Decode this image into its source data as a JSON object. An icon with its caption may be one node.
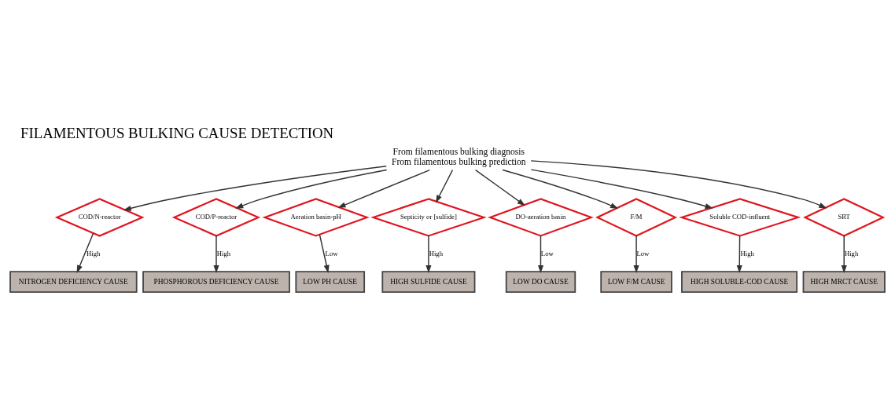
{
  "diagram": {
    "title": "FILAMENTOUS BULKING CAUSE DETECTION",
    "nodes": [
      {
        "text": [
          "From filamentous bulking diagnosis",
          "From filamentous bulking prediction"
        ]
      },
      {
        "text": [
          "COD/N-reactor"
        ]
      },
      {
        "text": [
          "COD/P-reactor"
        ]
      },
      {
        "text": [
          "Aeration basin-pH"
        ]
      },
      {
        "text": [
          "Septicity or [sulfide]"
        ]
      },
      {
        "text": [
          "DO-aeration basin"
        ]
      },
      {
        "text": [
          "F/M"
        ]
      },
      {
        "text": [
          "Soluble COD-influent"
        ]
      },
      {
        "text": [
          "SRT"
        ]
      },
      {
        "text": [
          "NITROGEN DEFICIENCY CAUSE"
        ]
      },
      {
        "text": [
          "PHOSPHOROUS DEFICIENCY CAUSE"
        ]
      },
      {
        "text": [
          "LOW PH CAUSE"
        ]
      },
      {
        "text": [
          "HIGH SULFIDE CAUSE"
        ]
      },
      {
        "text": [
          "LOW DO CAUSE"
        ]
      },
      {
        "text": [
          "LOW F/M CAUSE"
        ]
      },
      {
        "text": [
          "HIGH SOLUBLE-COD CAUSE"
        ]
      },
      {
        "text": [
          "HIGH MRCT CAUSE"
        ]
      }
    ],
    "edges": [
      {
        "from": 0,
        "to": 1,
        "arrow": "to"
      },
      {
        "from": 0,
        "to": 2,
        "arrow": "to"
      },
      {
        "from": 0,
        "to": 3,
        "arrow": "to"
      },
      {
        "from": 0,
        "to": 4,
        "arrow": "to"
      },
      {
        "from": 0,
        "to": 5,
        "arrow": "to"
      },
      {
        "from": 0,
        "to": 6,
        "arrow": "to"
      },
      {
        "from": 0,
        "to": 7,
        "arrow": "to"
      },
      {
        "from": 0,
        "to": 8,
        "arrow": "to"
      },
      {
        "from": 1,
        "to": 9,
        "arrow": "to",
        "label": "High"
      },
      {
        "from": 2,
        "to": 10,
        "arrow": "to",
        "label": "High"
      },
      {
        "from": 3,
        "to": 11,
        "arrow": "to",
        "label": "Low"
      },
      {
        "from": 4,
        "to": 12,
        "arrow": "to",
        "label": "High"
      },
      {
        "from": 5,
        "to": 13,
        "arrow": "to",
        "label": "Low"
      },
      {
        "from": 6,
        "to": 14,
        "arrow": "to",
        "label": "Low"
      },
      {
        "from": 7,
        "to": 15,
        "arrow": "to",
        "label": "High"
      },
      {
        "from": 8,
        "to": 16,
        "arrow": "to",
        "label": "High"
      }
    ]
  }
}
